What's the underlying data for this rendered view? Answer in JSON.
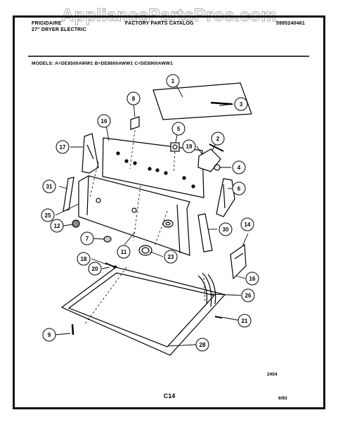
{
  "watermark": "AppliancePartsPros.com",
  "header": {
    "brand": "FRIGIDAIRE",
    "product": "27\" DRYER ELECTRIC",
    "catalog": "FACTORY PARTS CATALOG",
    "publication": "5995240461",
    "models": "MODELS:  A=DE8500AWW1  B=DE8800AWW1  C=DE8900AWW1"
  },
  "callouts": [
    "1",
    "2",
    "3",
    "4",
    "5",
    "6",
    "7",
    "8",
    "9",
    "11",
    "12",
    "14",
    "16",
    "17",
    "18",
    "19",
    "20",
    "21",
    "23",
    "25",
    "26",
    "28",
    "30",
    "31"
  ],
  "footer": {
    "diagram_no": "2454",
    "page_code": "C14",
    "date": "6/93"
  }
}
